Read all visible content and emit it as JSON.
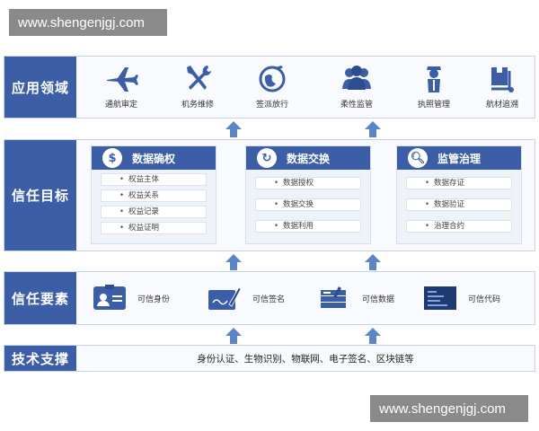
{
  "watermark": {
    "top": "www.shengenjgj.com",
    "bottom": "www.shengenjgj.com"
  },
  "rows": {
    "application": {
      "label": "应用领域",
      "items": [
        {
          "label": "通航审定",
          "icon": "airplane-icon"
        },
        {
          "label": "机务维修",
          "icon": "wrench-icon"
        },
        {
          "label": "签派放行",
          "icon": "globe-plane-icon"
        },
        {
          "label": "柔性监管",
          "icon": "people-icon"
        },
        {
          "label": "执照管理",
          "icon": "pilot-icon"
        },
        {
          "label": "航材追溯",
          "icon": "cargo-box-icon"
        }
      ]
    },
    "trust_target": {
      "label": "信任目标",
      "groups": [
        {
          "title": "数据确权",
          "icon": "dollar-icon",
          "items": [
            "权益主体",
            "权益关系",
            "权益记录",
            "权益证明"
          ]
        },
        {
          "title": "数据交换",
          "icon": "refresh-icon",
          "items": [
            "数据授权",
            "数据交换",
            "数据利用"
          ]
        },
        {
          "title": "监管治理",
          "icon": "magnifier-chart-icon",
          "items": [
            "数据存证",
            "数据验证",
            "治理合约"
          ]
        }
      ]
    },
    "trust_elements": {
      "label": "信任要素",
      "items": [
        {
          "label": "可信身份",
          "icon": "id-card-icon"
        },
        {
          "label": "可信签名",
          "icon": "signature-pen-icon"
        },
        {
          "label": "可信数据",
          "icon": "data-stack-icon"
        },
        {
          "label": "可信代码",
          "icon": "code-screen-icon"
        }
      ]
    },
    "tech_support": {
      "label": "技术支撑",
      "text": "身份认证、生物识别、物联网、电子签名、区块链等"
    }
  },
  "colors": {
    "primary": "#3c5ea6",
    "arrow": "#5b86c6",
    "border": "#c9d3e6"
  }
}
